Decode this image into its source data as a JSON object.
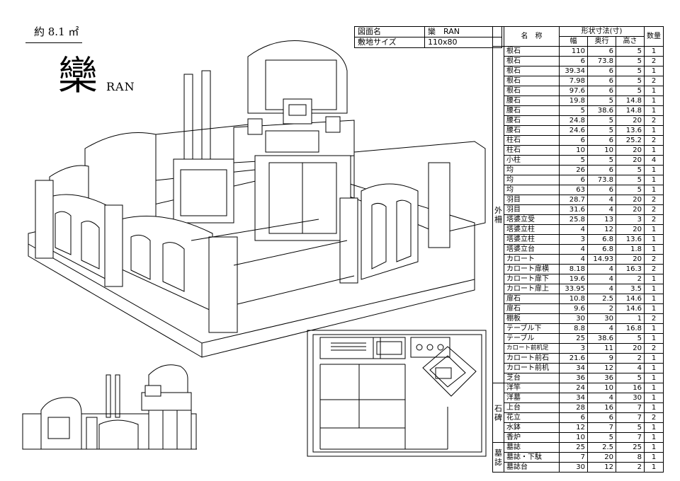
{
  "header": {
    "area_label": "約 8.1 ㎡",
    "kanji": "欒",
    "model_name": "RAN"
  },
  "info": {
    "drawing_name_key": "図面名",
    "drawing_name_value": "欒　RAN",
    "site_size_key": "敷地サイズ",
    "site_size_value": "110x80"
  },
  "parts_table": {
    "group_header": "形状寸法(寸)",
    "headers": {
      "name": "名　称",
      "width": "幅",
      "depth": "奥行",
      "height": "高さ",
      "qty": "数量"
    },
    "groups": [
      {
        "label": "外柵",
        "rows": [
          {
            "name": "根石",
            "w": "110",
            "d": "6",
            "h": "5",
            "q": "1"
          },
          {
            "name": "根石",
            "w": "6",
            "d": "73.8",
            "h": "5",
            "q": "2"
          },
          {
            "name": "根石",
            "w": "39.34",
            "d": "6",
            "h": "5",
            "q": "1"
          },
          {
            "name": "根石",
            "w": "7.98",
            "d": "6",
            "h": "5",
            "q": "2"
          },
          {
            "name": "根石",
            "w": "97.6",
            "d": "6",
            "h": "5",
            "q": "1"
          },
          {
            "name": "腰石",
            "w": "19.8",
            "d": "5",
            "h": "14.8",
            "q": "1"
          },
          {
            "name": "腰石",
            "w": "5",
            "d": "38.6",
            "h": "14.8",
            "q": "1"
          },
          {
            "name": "腰石",
            "w": "24.8",
            "d": "5",
            "h": "20",
            "q": "2"
          },
          {
            "name": "腰石",
            "w": "24.6",
            "d": "5",
            "h": "13.6",
            "q": "1"
          },
          {
            "name": "柱石",
            "w": "6",
            "d": "6",
            "h": "25.2",
            "q": "2"
          },
          {
            "name": "柱石",
            "w": "10",
            "d": "10",
            "h": "20",
            "q": "1"
          },
          {
            "name": "小柱",
            "w": "5",
            "d": "5",
            "h": "20",
            "q": "4"
          },
          {
            "name": "均",
            "w": "26",
            "d": "6",
            "h": "5",
            "q": "1"
          },
          {
            "name": "均",
            "w": "6",
            "d": "73.8",
            "h": "5",
            "q": "1"
          },
          {
            "name": "均",
            "w": "63",
            "d": "6",
            "h": "5",
            "q": "1"
          },
          {
            "name": "羽目",
            "w": "28.7",
            "d": "4",
            "h": "20",
            "q": "2"
          },
          {
            "name": "羽目",
            "w": "31.6",
            "d": "4",
            "h": "20",
            "q": "2"
          },
          {
            "name": "塔婆立受",
            "w": "25.8",
            "d": "13",
            "h": "3",
            "q": "2"
          },
          {
            "name": "塔婆立柱",
            "w": "4",
            "d": "12",
            "h": "20",
            "q": "1"
          },
          {
            "name": "塔婆立柱",
            "w": "3",
            "d": "6.8",
            "h": "13.6",
            "q": "1"
          },
          {
            "name": "塔婆立台",
            "w": "4",
            "d": "6.8",
            "h": "1.8",
            "q": "1"
          },
          {
            "name": "カロート",
            "w": "4",
            "d": "14.93",
            "h": "20",
            "q": "2"
          },
          {
            "name": "カロート扉横",
            "w": "8.18",
            "d": "4",
            "h": "16.3",
            "q": "2"
          },
          {
            "name": "カロート扉下",
            "w": "19.6",
            "d": "4",
            "h": "2",
            "q": "1"
          },
          {
            "name": "カロート扉上",
            "w": "33.95",
            "d": "4",
            "h": "3.5",
            "q": "1"
          },
          {
            "name": "扉石",
            "w": "10.8",
            "d": "2.5",
            "h": "14.6",
            "q": "1"
          },
          {
            "name": "扉石",
            "w": "9.6",
            "d": "2",
            "h": "14.6",
            "q": "1"
          },
          {
            "name": "棚板",
            "w": "30",
            "d": "30",
            "h": "1",
            "q": "2"
          },
          {
            "name": "テーブル下",
            "w": "8.8",
            "d": "4",
            "h": "16.8",
            "q": "1"
          },
          {
            "name": "テーブル",
            "w": "25",
            "d": "38.6",
            "h": "5",
            "q": "1"
          },
          {
            "name": "カロート前机足",
            "w": "3",
            "d": "11",
            "h": "20",
            "q": "2",
            "small": true
          },
          {
            "name": "カロート前石",
            "w": "21.6",
            "d": "9",
            "h": "2",
            "q": "1"
          },
          {
            "name": "カロート前机",
            "w": "34",
            "d": "12",
            "h": "4",
            "q": "1"
          },
          {
            "name": "芝台",
            "w": "36",
            "d": "36",
            "h": "5",
            "q": "1"
          }
        ]
      },
      {
        "label": "石碑",
        "rows": [
          {
            "name": "洋竿",
            "w": "24",
            "d": "10",
            "h": "16",
            "q": "1"
          },
          {
            "name": "洋墓",
            "w": "34",
            "d": "4",
            "h": "30",
            "q": "1"
          },
          {
            "name": "上台",
            "w": "28",
            "d": "16",
            "h": "7",
            "q": "1"
          },
          {
            "name": "花立",
            "w": "6",
            "d": "6",
            "h": "7",
            "q": "2"
          },
          {
            "name": "水鉢",
            "w": "12",
            "d": "7",
            "h": "5",
            "q": "1"
          },
          {
            "name": "香炉",
            "w": "10",
            "d": "5",
            "h": "7",
            "q": "1"
          }
        ]
      },
      {
        "label": "墓誌",
        "rows": [
          {
            "name": "墓誌",
            "w": "25",
            "d": "2.5",
            "h": "25",
            "q": "1"
          },
          {
            "name": "墓誌・下駄",
            "w": "7",
            "d": "20",
            "h": "8",
            "q": "1"
          },
          {
            "name": "墓誌台",
            "w": "30",
            "d": "12",
            "h": "2",
            "q": "1"
          }
        ]
      }
    ]
  },
  "drawings": {
    "perspective_icon": "perspective-drawing",
    "elevation_icon": "elevation-drawing",
    "plan_icon": "plan-drawing"
  }
}
